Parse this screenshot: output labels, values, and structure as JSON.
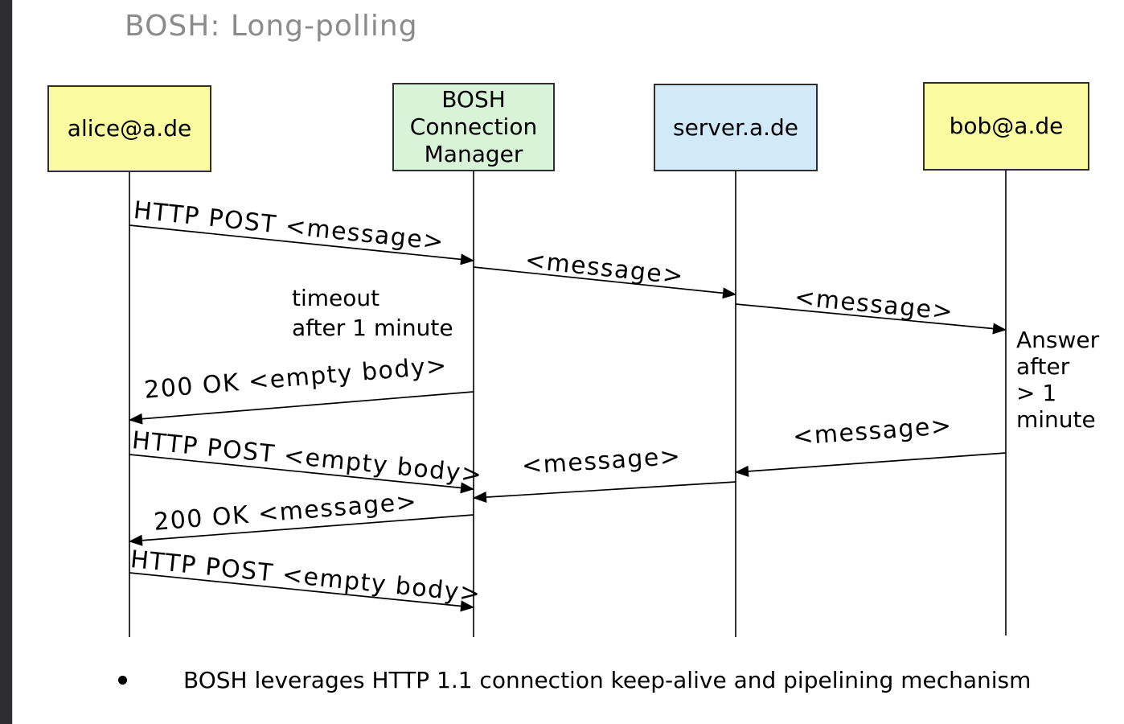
{
  "slide": {
    "title": "BOSH: Long-polling"
  },
  "colors": {
    "actor_user": "#fafaa0",
    "actor_connection_manager": "#d9f3d9",
    "actor_server": "#d2e9f9",
    "box_border": "#2f2f2f",
    "title_gray": "#8b8b8b",
    "edge_bar": "#2e2e30",
    "line_black": "#000000"
  },
  "actors": [
    {
      "id": "alice",
      "label": "alice@a.de",
      "color": "#fafaa0"
    },
    {
      "id": "bosh",
      "label": "BOSH\nConnection\nManager",
      "color": "#d9f3d9"
    },
    {
      "id": "server",
      "label": "server.a.de",
      "color": "#d2e9f9"
    },
    {
      "id": "bob",
      "label": "bob@a.de",
      "color": "#fafaa0"
    }
  ],
  "messages": [
    {
      "label": "HTTP POST <message>",
      "from": "alice@a.de",
      "to": "BOSH Connection Manager"
    },
    {
      "label": "<message>",
      "from": "BOSH Connection Manager",
      "to": "server.a.de"
    },
    {
      "label": "<message>",
      "from": "server.a.de",
      "to": "bob@a.de"
    },
    {
      "label": "200 OK <empty body>",
      "from": "BOSH Connection Manager",
      "to": "alice@a.de"
    },
    {
      "label": "HTTP POST <empty body>",
      "from": "alice@a.de",
      "to": "BOSH Connection Manager"
    },
    {
      "label": "<message>",
      "from": "bob@a.de",
      "to": "server.a.de"
    },
    {
      "label": "<message>",
      "from": "server.a.de",
      "to": "BOSH Connection Manager"
    },
    {
      "label": "200 OK <message>",
      "from": "BOSH Connection Manager",
      "to": "alice@a.de"
    },
    {
      "label": "HTTP POST <empty body>",
      "from": "alice@a.de",
      "to": "BOSH Connection Manager"
    }
  ],
  "annotations": {
    "timeout": "timeout\nafter 1 minute",
    "answer": "Answer\nafter\n> 1\nminute"
  },
  "bullets": [
    "BOSH leverages HTTP 1.1 connection keep-alive and pipelining mechanism"
  ]
}
